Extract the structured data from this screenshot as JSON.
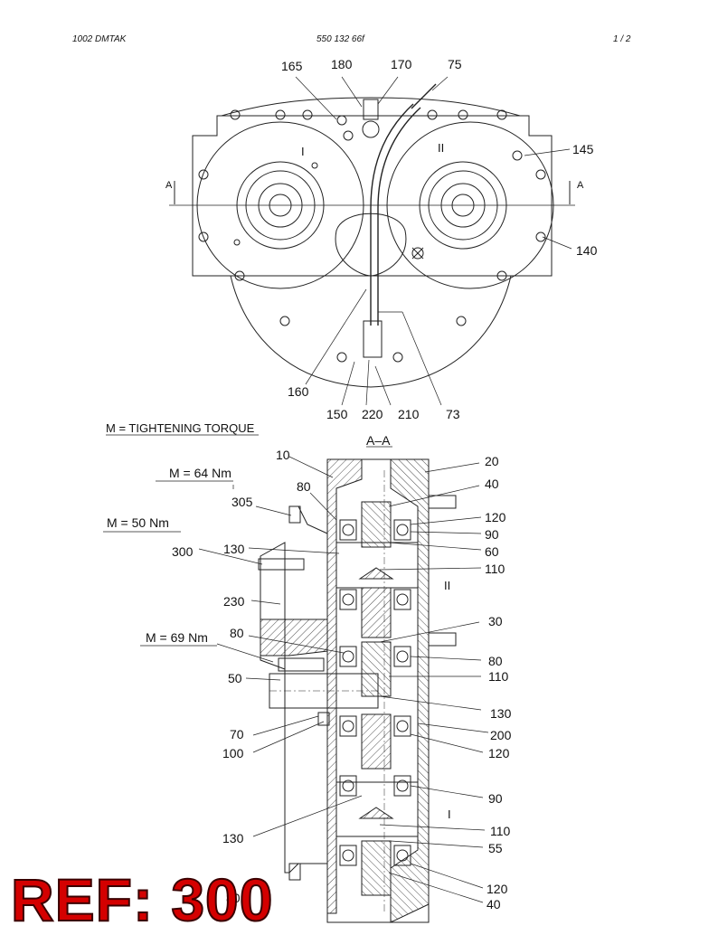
{
  "header": {
    "left": "1002   DMTAK",
    "center": "550 132 66f",
    "right": "1 /   2"
  },
  "top_view": {
    "section_mark": "A",
    "shaft_labels": [
      "I",
      "II"
    ],
    "callouts": [
      "165",
      "180",
      "170",
      "75",
      "145",
      "140",
      "160",
      "150",
      "220",
      "210",
      "73"
    ]
  },
  "section": {
    "title": "A–A",
    "note": "M = TIGHTENING TORQUE",
    "torques": [
      "M = 64 Nm",
      "M = 50 Nm",
      "M = 69 Nm"
    ],
    "shaft_labels": [
      "II",
      "I"
    ],
    "callouts_left": [
      "10",
      "80",
      "305",
      "300",
      "130",
      "230",
      "80",
      "50",
      "70",
      "100",
      "130",
      "80"
    ],
    "callouts_right": [
      "20",
      "40",
      "120",
      "90",
      "60",
      "110",
      "30",
      "80",
      "110",
      "130",
      "200",
      "120",
      "90",
      "110",
      "55",
      "120",
      "40"
    ]
  },
  "ref_stamp": "REF: 300"
}
